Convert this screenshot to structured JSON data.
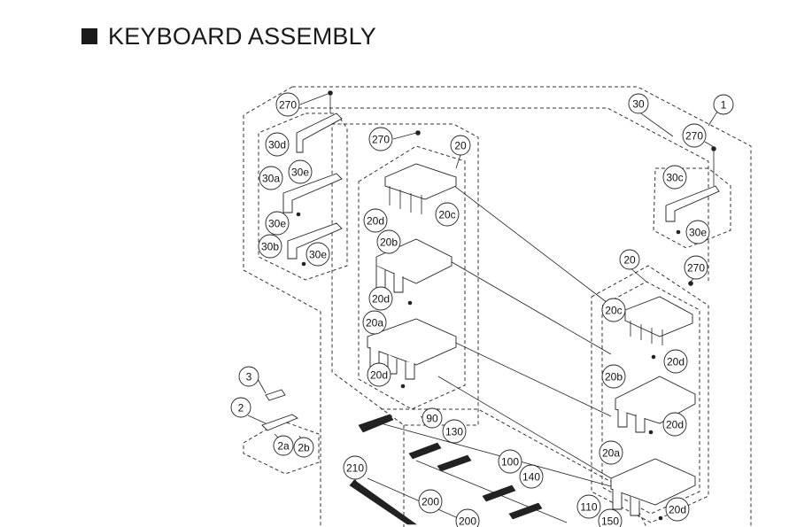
{
  "header": {
    "title": "KEYBOARD ASSEMBLY"
  },
  "callouts": [
    "270",
    "30",
    "1",
    "270",
    "30d",
    "30e",
    "30a",
    "30e",
    "30b",
    "30e",
    "30c",
    "30e",
    "270",
    "20",
    "20d",
    "20c",
    "20b",
    "20d",
    "20a",
    "20d",
    "20",
    "270",
    "20c",
    "20d",
    "20b",
    "20d",
    "20a",
    "20d",
    "3",
    "2",
    "2a",
    "2b",
    "90",
    "130",
    "210",
    "100",
    "140",
    "200",
    "200",
    "110",
    "150"
  ]
}
